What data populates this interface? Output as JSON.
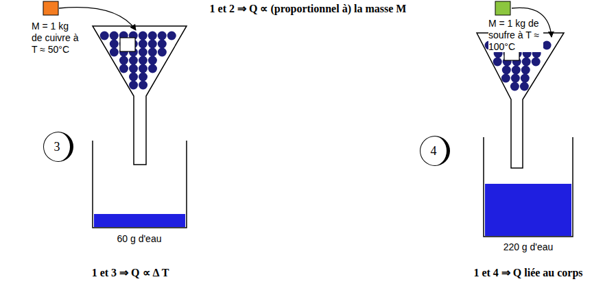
{
  "diagram": {
    "nodes": [
      {
        "text": [
          "3"
        ]
      },
      {
        "text": [
          "4"
        ]
      }
    ],
    "labels": [
      "1 et 2 ⇒ Q ∝ (proportionnel à) la masse M",
      "M = 1 kg de cuivre à T ≈ 50°C",
      "M = 1 kg de soufre à T ≈ 100°C",
      "60 g d'eau",
      "220 g d'eau",
      "1 et 3 ⇒ Q ∝ Δ T",
      "1 et 4 ⇒ Q liée au corps"
    ]
  }
}
